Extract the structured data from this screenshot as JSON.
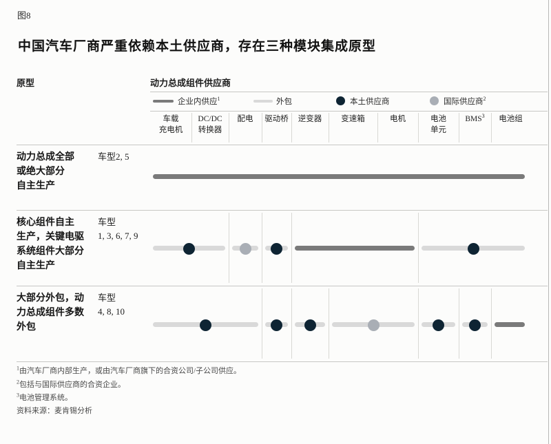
{
  "figure": {
    "tag": "图8",
    "title": "中国汽车厂商严重依赖本土供应商，存在三种模块集成原型"
  },
  "headers": {
    "prototype": "原型",
    "supply": "动力总成组件供应商"
  },
  "legend": {
    "items": [
      {
        "swatch": "in_house",
        "label": "企业内供应",
        "sup": "1"
      },
      {
        "swatch": "outsourced",
        "label": "外包",
        "sup": ""
      },
      {
        "swatch": "local_supplier",
        "label": "本土供应商",
        "sup": ""
      },
      {
        "swatch": "international_supplier",
        "label": "国际供应商",
        "sup": "2"
      }
    ]
  },
  "colors": {
    "in_house": "#7a7a7a",
    "outsourced": "#d9d9d9",
    "local_supplier": "#0e2433",
    "international_supplier": "#a9aeb5"
  },
  "chart_data": {
    "type": "table",
    "title": "中国汽车厂商严重依赖本土供应商，存在三种模块集成原型",
    "modes": {
      "in_house": "企业内供应",
      "outsourced": "外包"
    },
    "suppliers": {
      "local": "本土供应商",
      "international": "国际供应商"
    },
    "columns": [
      {
        "label": "车载\n充电机",
        "sup": ""
      },
      {
        "label": "DC/DC\n转换器",
        "sup": ""
      },
      {
        "label": "配电",
        "sup": ""
      },
      {
        "label": "驱动桥",
        "sup": ""
      },
      {
        "label": "逆变器",
        "sup": ""
      },
      {
        "label": "变速箱",
        "sup": ""
      },
      {
        "label": "电机",
        "sup": ""
      },
      {
        "label": "电池\n单元",
        "sup": ""
      },
      {
        "label": "BMS",
        "sup": "3"
      },
      {
        "label": "电池组",
        "sup": ""
      }
    ],
    "rows": [
      {
        "prototype": "动力总成全部\n或绝大部分\n自主生产",
        "models": "车型2, 5",
        "segments": [
          {
            "from": 0,
            "to": 9,
            "mode": "in_house",
            "supplier": null
          }
        ]
      },
      {
        "prototype": "核心组件自主\n生产，关键电驱\n系统组件大部分\n自主生产",
        "models": "车型\n1, 3, 6, 7, 9",
        "segments": [
          {
            "from": 0,
            "to": 1,
            "mode": "outsourced",
            "supplier": "local"
          },
          {
            "from": 2,
            "to": 2,
            "mode": "outsourced",
            "supplier": "international"
          },
          {
            "from": 3,
            "to": 3,
            "mode": "outsourced",
            "supplier": "local"
          },
          {
            "from": 4,
            "to": 6,
            "mode": "in_house",
            "supplier": null
          },
          {
            "from": 7,
            "to": 9,
            "mode": "outsourced",
            "supplier": "local"
          }
        ]
      },
      {
        "prototype": "大部分外包，动\n力总成组件多数\n外包",
        "models": "车型\n4, 8, 10",
        "segments": [
          {
            "from": 0,
            "to": 2,
            "mode": "outsourced",
            "supplier": "local"
          },
          {
            "from": 3,
            "to": 3,
            "mode": "outsourced",
            "supplier": "local"
          },
          {
            "from": 4,
            "to": 4,
            "mode": "outsourced",
            "supplier": "local"
          },
          {
            "from": 5,
            "to": 6,
            "mode": "outsourced",
            "supplier": "international"
          },
          {
            "from": 7,
            "to": 7,
            "mode": "outsourced",
            "supplier": "local"
          },
          {
            "from": 8,
            "to": 8,
            "mode": "outsourced",
            "supplier": "local"
          },
          {
            "from": 9,
            "to": 9,
            "mode": "in_house",
            "supplier": null
          }
        ]
      }
    ]
  },
  "footnotes": [
    {
      "sup": "1",
      "text": "由汽车厂商内部生产，或由汽车厂商旗下的合资公司/子公司供应。"
    },
    {
      "sup": "2",
      "text": "包括与国际供应商的合资企业。"
    },
    {
      "sup": "3",
      "text": "电池管理系统。"
    }
  ],
  "source": "资料来源：麦肯锡分析"
}
